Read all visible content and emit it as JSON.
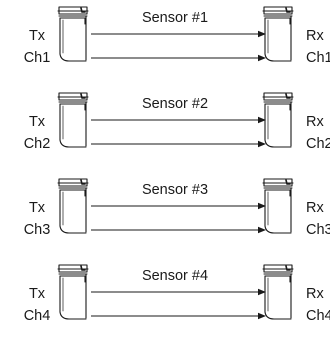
{
  "rows": [
    {
      "tx_top": "Tx",
      "tx_bottom": "Ch1",
      "title": "Sensor #1",
      "rx_top": "Rx",
      "rx_bottom": "Ch1"
    },
    {
      "tx_top": "Tx",
      "tx_bottom": "Ch2",
      "title": "Sensor #2",
      "rx_top": "Rx",
      "rx_bottom": "Ch2"
    },
    {
      "tx_top": "Tx",
      "tx_bottom": "Ch3",
      "title": "Sensor #3",
      "rx_top": "Rx",
      "rx_bottom": "Ch3"
    },
    {
      "tx_top": "Tx",
      "tx_bottom": "Ch4",
      "title": "Sensor #4",
      "rx_top": "Rx",
      "rx_bottom": "Ch4"
    }
  ],
  "colors": {
    "line": "#1a1a1a",
    "background": "#ffffff"
  }
}
